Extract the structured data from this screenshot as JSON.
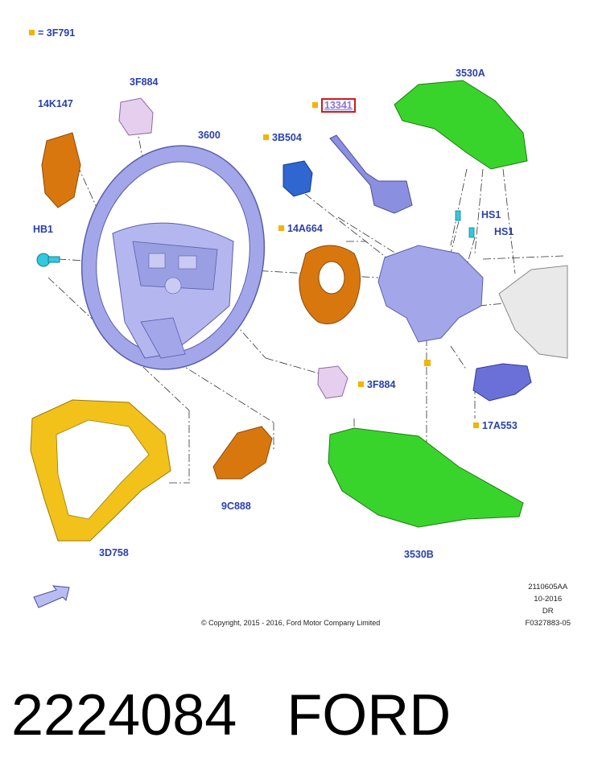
{
  "legend": {
    "marker": "■",
    "text": "= 3F791"
  },
  "parts": {
    "p14K147": "14K147",
    "p3F884_top": "3F884",
    "p3600": "3600",
    "p13341": "13341",
    "p3530A": "3530A",
    "p3B504": "3B504",
    "pHS1_a": "HS1",
    "pHS1_b": "HS1",
    "pHB1": "HB1",
    "p14A664": "14A664",
    "p3F884_mid": "3F884",
    "p17A553": "17A553",
    "p9C888": "9C888",
    "p3D758": "3D758",
    "p3530B": "3530B"
  },
  "colors": {
    "label": "#2a3fae",
    "marker": "#f2b400",
    "highlight_border": "#d01a1a",
    "green": "#39d42b",
    "orange": "#d9770f",
    "yellow": "#f2c21a",
    "lavender": "#9a9ee6",
    "blue": "#2f66d0",
    "cyan": "#33c9e0"
  },
  "footer": {
    "copyright": "© Copyright, 2015 - 2016, Ford Motor Company Limited",
    "ref_code": "2110605AA",
    "ref_date": "10-2016",
    "ref_dr": "DR",
    "ref_figure": "F0327883-05"
  },
  "caption": {
    "part_number": "2224084",
    "brand": "FORD"
  }
}
